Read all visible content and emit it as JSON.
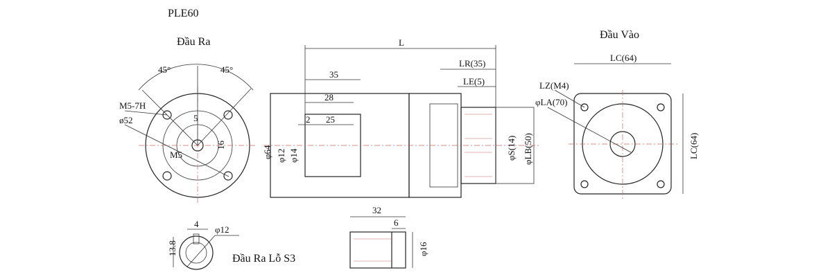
{
  "title": "PLE60",
  "output_view": {
    "heading": "Đầu Ra",
    "angle_left": "45°",
    "angle_right": "45°",
    "thread": "M5-7H",
    "pcd": "ø52",
    "key_width": "5",
    "shaft_height": "16",
    "center_thread": "M5"
  },
  "side_view": {
    "length": "L",
    "dim_35": "35",
    "dim_28": "28",
    "dim_2": "2",
    "dim_25": "25",
    "lr": "LR(35)",
    "le": "LE(5)",
    "phi64": "φ64",
    "phi12": "φ12",
    "phi14": "φ14",
    "phi_s": "φS(14)",
    "phi_lb": "φLB(50)"
  },
  "input_view": {
    "heading": "Đầu Vào",
    "lc_top": "LC(64)",
    "lz": "LZ(M4)",
    "la": "φLA(70)",
    "lc_side": "LC(64)"
  },
  "bore_view": {
    "key": "4",
    "bore": "φ12",
    "height": "13.8",
    "caption": "Đầu Ra Lỗ S3"
  },
  "sleeve_view": {
    "length": "32",
    "step": "6",
    "diameter": "φ16"
  }
}
